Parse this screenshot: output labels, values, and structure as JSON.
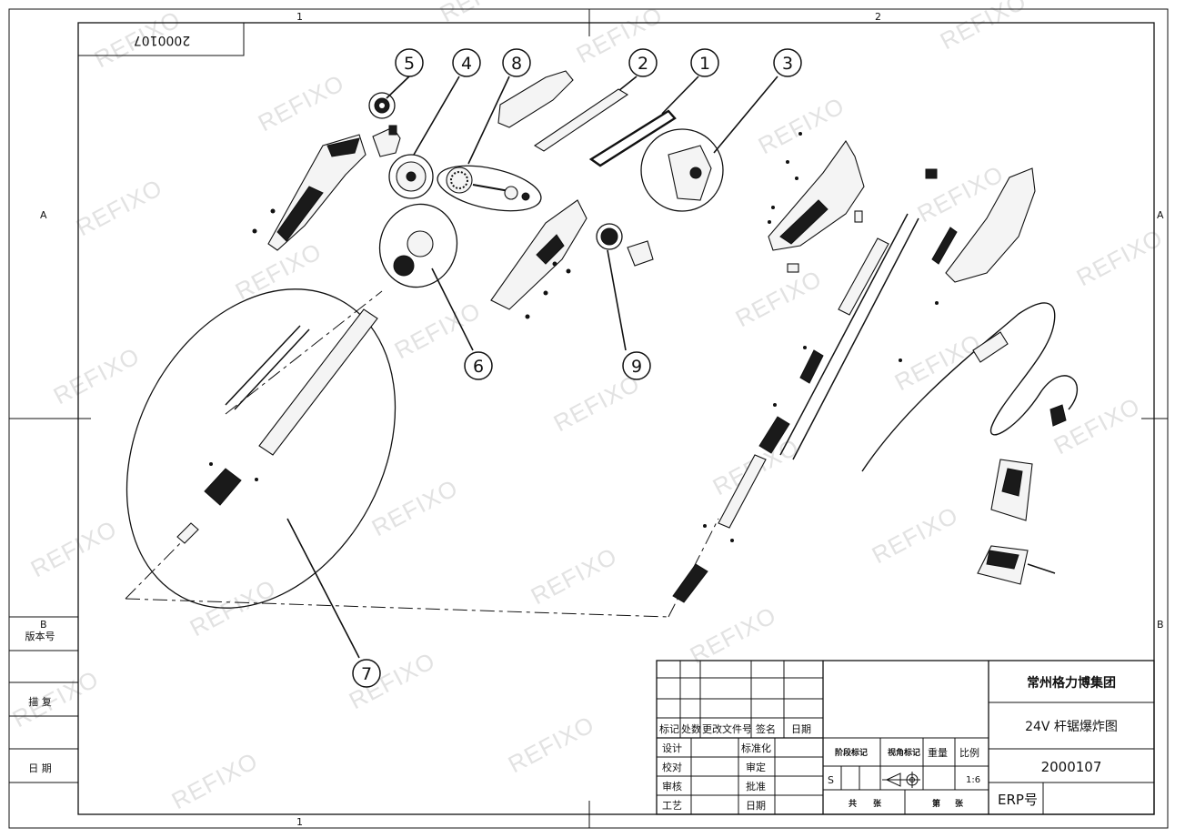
{
  "drawing_number_box": "2000107",
  "zone_top": [
    "1",
    "2"
  ],
  "zone_bottom": [
    "1"
  ],
  "zone_left": [
    "A",
    "B"
  ],
  "zone_right": [
    "A",
    "B"
  ],
  "watermark": "REFIXO",
  "callouts": [
    "1",
    "2",
    "3",
    "4",
    "5",
    "6",
    "7",
    "8",
    "9"
  ],
  "left_strip": {
    "version_label": "版本号",
    "trace_label": "描 复",
    "date_label": "日 期"
  },
  "title_block": {
    "company": "常州格力博集团",
    "drawing_title": "24V 杆锯爆炸图",
    "drawing_number": "2000107",
    "erp_label": "ERP号",
    "rev_headers": [
      "标记",
      "处数",
      "更改文件号",
      "签名",
      "日期"
    ],
    "sig_rows": [
      {
        "left": "设计",
        "right": "标准化"
      },
      {
        "left": "校对",
        "right": "审定"
      },
      {
        "left": "审核",
        "right": "批准"
      },
      {
        "left": "工艺",
        "right": "日期"
      }
    ],
    "stage_label": "阶段标记",
    "view_label": "视角标记",
    "weight_label": "重量",
    "scale_label": "比例",
    "stage_value": "S",
    "scale_value": "1:6",
    "total_label": "共",
    "sheets_label": "张",
    "sheet_label": "第",
    "sheet_suffix": "张"
  }
}
